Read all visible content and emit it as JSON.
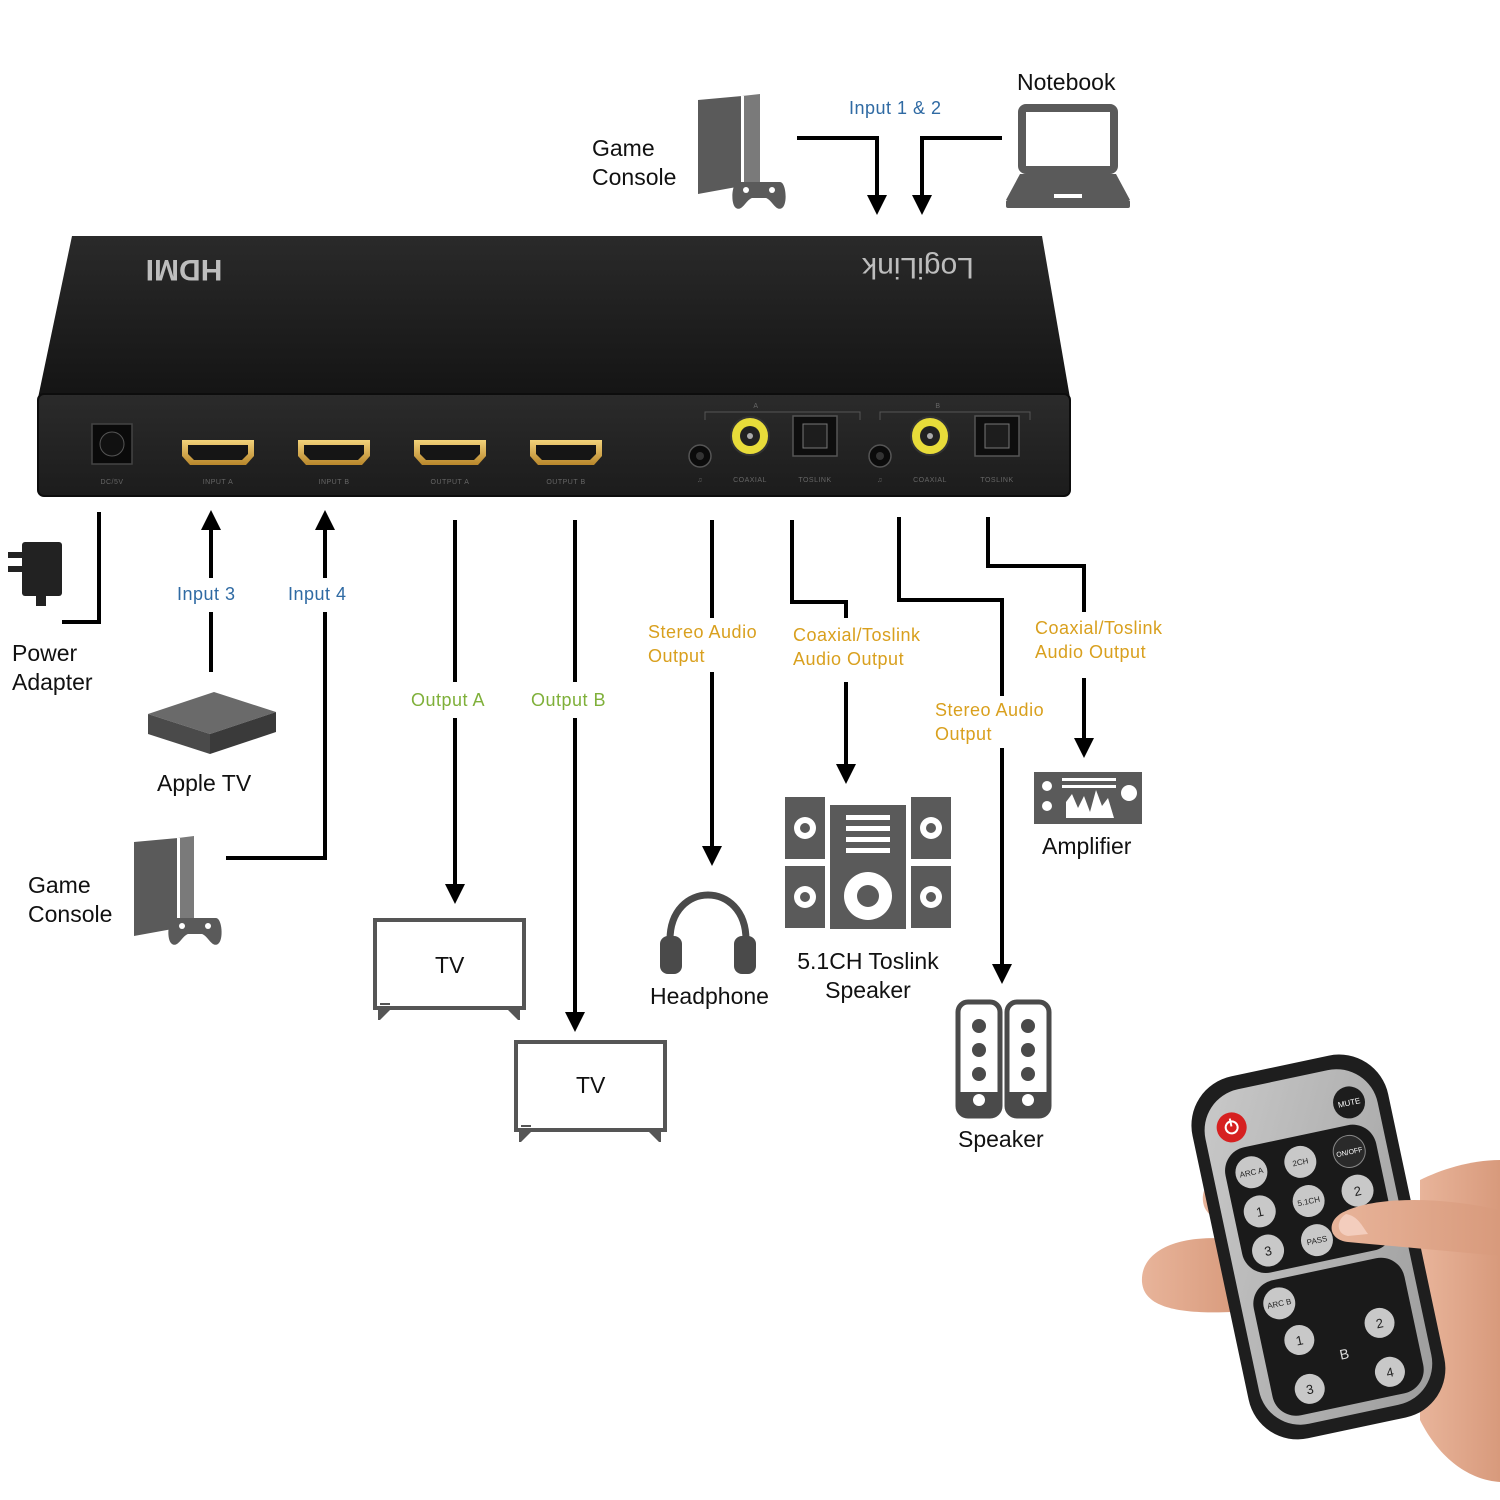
{
  "device": {
    "logo": "HDMI",
    "brand": "LogiLink",
    "ports": {
      "dc": "DC/5V",
      "input_a": "INPUT A",
      "input_b": "INPUT B",
      "output_a": "OUTPUT A",
      "output_b": "OUTPUT B",
      "group_a": "A",
      "group_b": "B",
      "coaxial_a": "COAXIAL",
      "toslink_a": "TOSLINK",
      "coaxial_b": "COAXIAL",
      "toslink_b": "TOSLINK"
    }
  },
  "sources": {
    "game_console_top": "Game\nConsole",
    "notebook": "Notebook",
    "input_1_2": "Input 1 & 2",
    "power_adapter": "Power\nAdapter",
    "input_3": "Input 3",
    "input_4": "Input 4",
    "apple_tv": "Apple TV",
    "game_console_left": "Game\nConsole"
  },
  "outputs": {
    "output_a": "Output A",
    "output_b": "Output B",
    "tv_a": "TV",
    "tv_b": "TV",
    "stereo_audio_1": "Stereo Audio\nOutput",
    "coax_toslink_1": "Coaxial/Toslink\nAudio Output",
    "stereo_audio_2": "Stereo Audio\nOutput",
    "coax_toslink_2": "Coaxial/Toslink\nAudio Output",
    "headphone": "Headphone",
    "speaker_51": "5.1CH Toslink\nSpeaker",
    "speaker": "Speaker",
    "amplifier": "Amplifier"
  },
  "remote": {
    "mute": "MUTE",
    "arc_a": "ARC A",
    "ch2": "2CH",
    "onoff": "ON/OFF",
    "a1": "1",
    "ch51": "5.1CH",
    "a2": "2",
    "a3": "3",
    "pass": "PASS",
    "arc_b": "ARC B",
    "b1": "1",
    "b2": "2",
    "b_label": "B",
    "b3": "3",
    "b4": "4"
  },
  "colors": {
    "input_tag": "#2f6aa3",
    "video_output_tag": "#7fb03a",
    "audio_output_tag": "#d9a01e",
    "device_body": "#1b1b1b",
    "icon_gray": "#5a5a5a"
  }
}
